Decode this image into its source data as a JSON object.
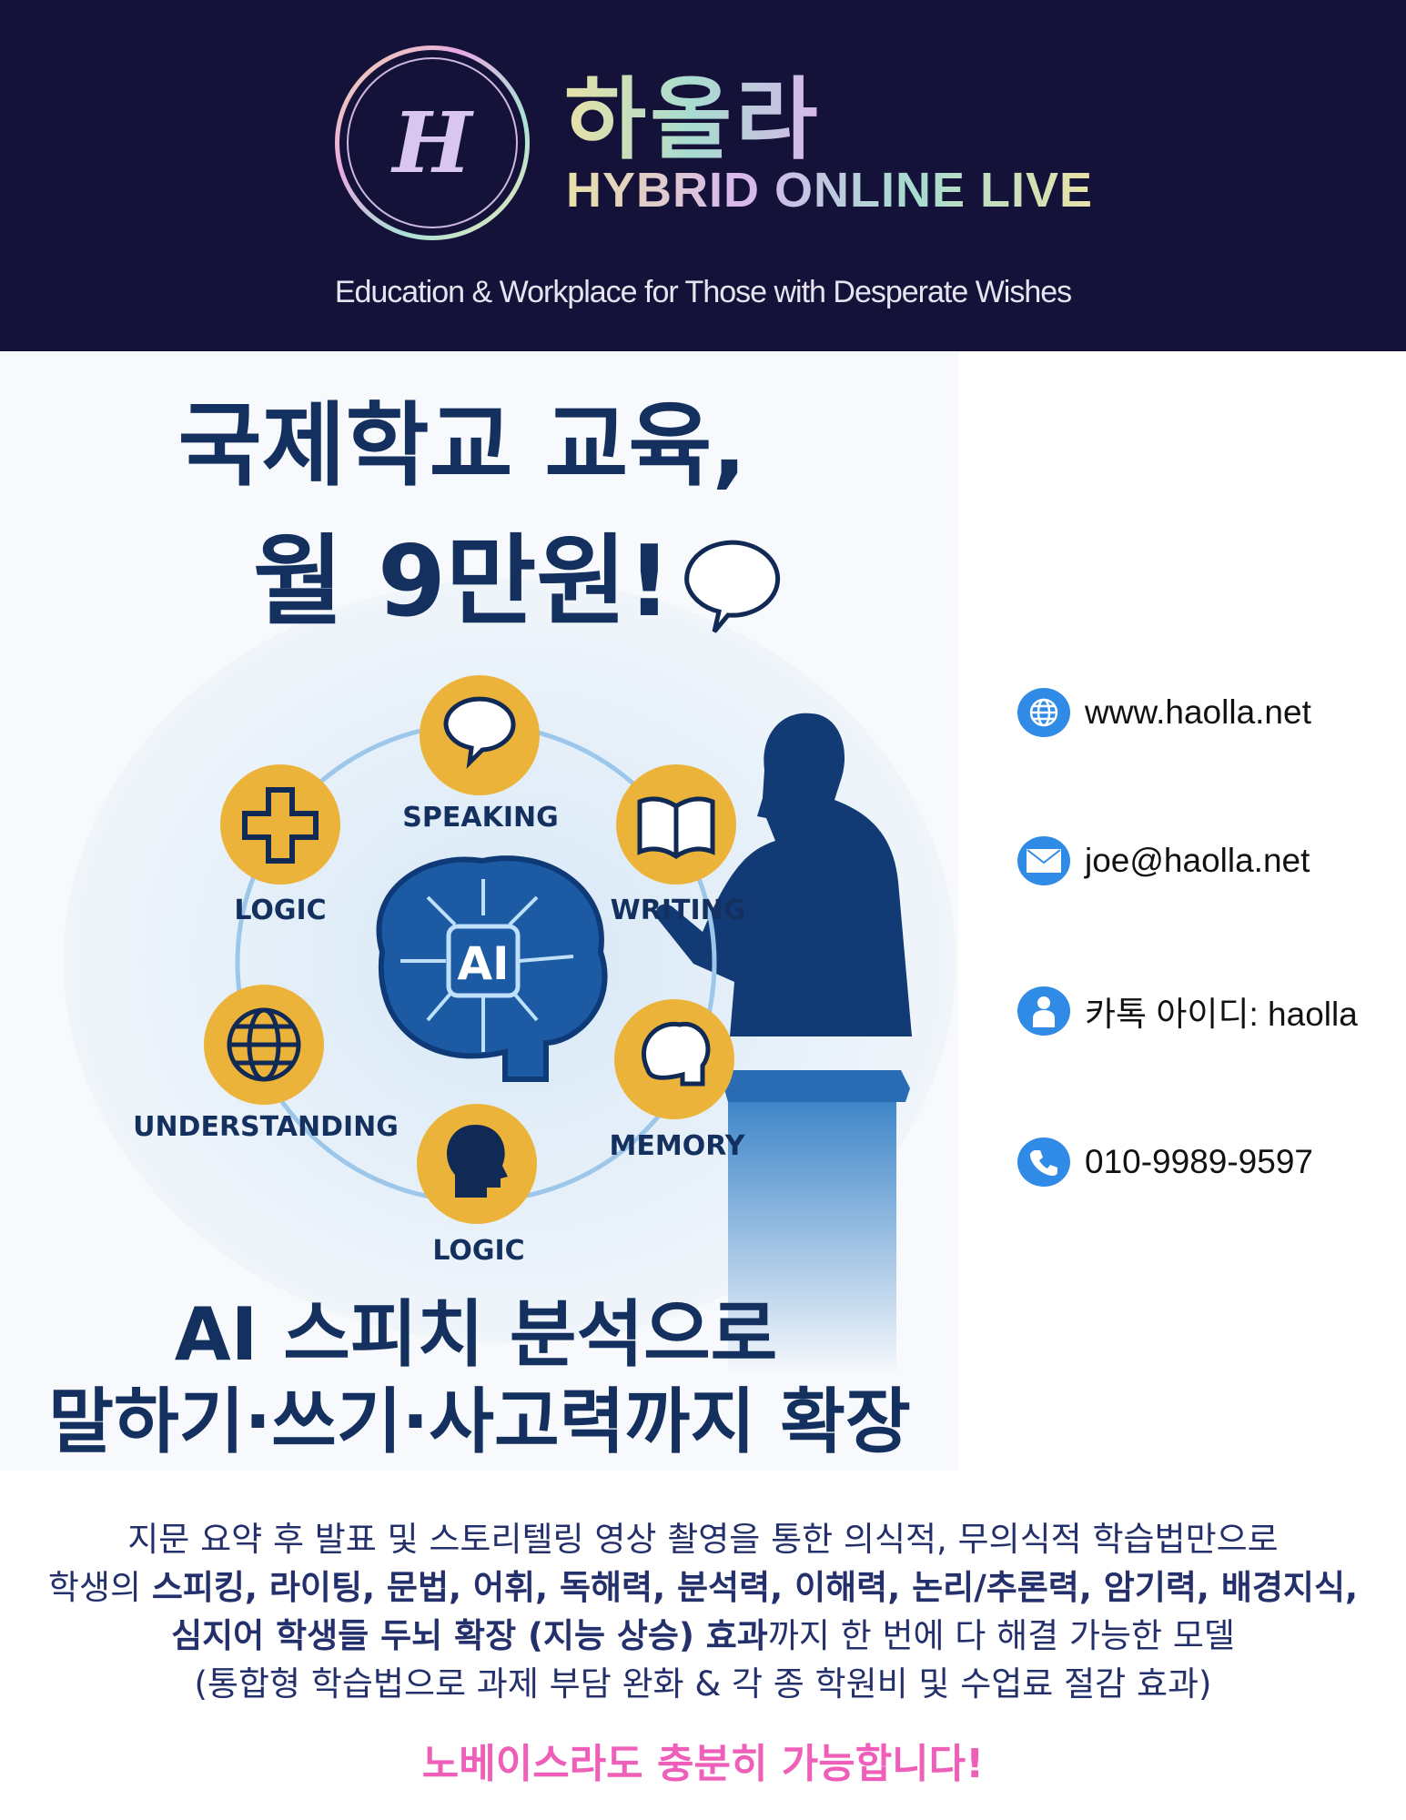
{
  "header": {
    "logo_monogram": "H",
    "brand_korean": "하올라",
    "brand_english": "HYBRID ONLINE LIVE",
    "tagline": "Education & Workplace for Those with Desperate Wishes"
  },
  "poster": {
    "headline_line1": "국제학교 교육,",
    "headline_line2": "월 9만원!",
    "center_label": "AI",
    "skills": [
      "SPEAKING",
      "LOGIC",
      "WRITING",
      "UNDERSTANDING",
      "MEMORY",
      "LOGIC"
    ],
    "subline1": "AI 스피치 분석으로",
    "subline2": "말하기·쓰기·사고력까지 확장"
  },
  "contacts": [
    {
      "icon": "globe-icon",
      "text": "www.haolla.net"
    },
    {
      "icon": "mail-icon",
      "text": "joe@haolla.net"
    },
    {
      "icon": "person-icon",
      "text": "카톡 아이디: haolla"
    },
    {
      "icon": "phone-icon",
      "text": "010-9989-9597"
    }
  ],
  "description": {
    "line1": "지문 요약 후 발표 및 스토리텔링 영상 촬영을 통한 의식적, 무의식적 학습법만으로",
    "line2_plain": "학생의 ",
    "line2_bold": "스피킹, 라이팅, 문법, 어휘, 독해력,  분석력, 이해력, 논리/추론력, 암기력, 배경지식,",
    "line3_bold": "심지어 학생들 두뇌 확장 (지능 상승) 효과",
    "line3_plain": "까지 한 번에 다 해결 가능한 모델",
    "line4": "(통합형 학습법으로 과제 부담 완화 & 각 종 학원비 및 수업료 절감 효과)"
  },
  "cta": "노베이스라도 충분히 가능합니다!",
  "colors": {
    "header_bg": "#15123a",
    "navy": "#16356e",
    "gold": "#ecb33a",
    "blue": "#2f8be6",
    "pink": "#ef5fb9"
  }
}
